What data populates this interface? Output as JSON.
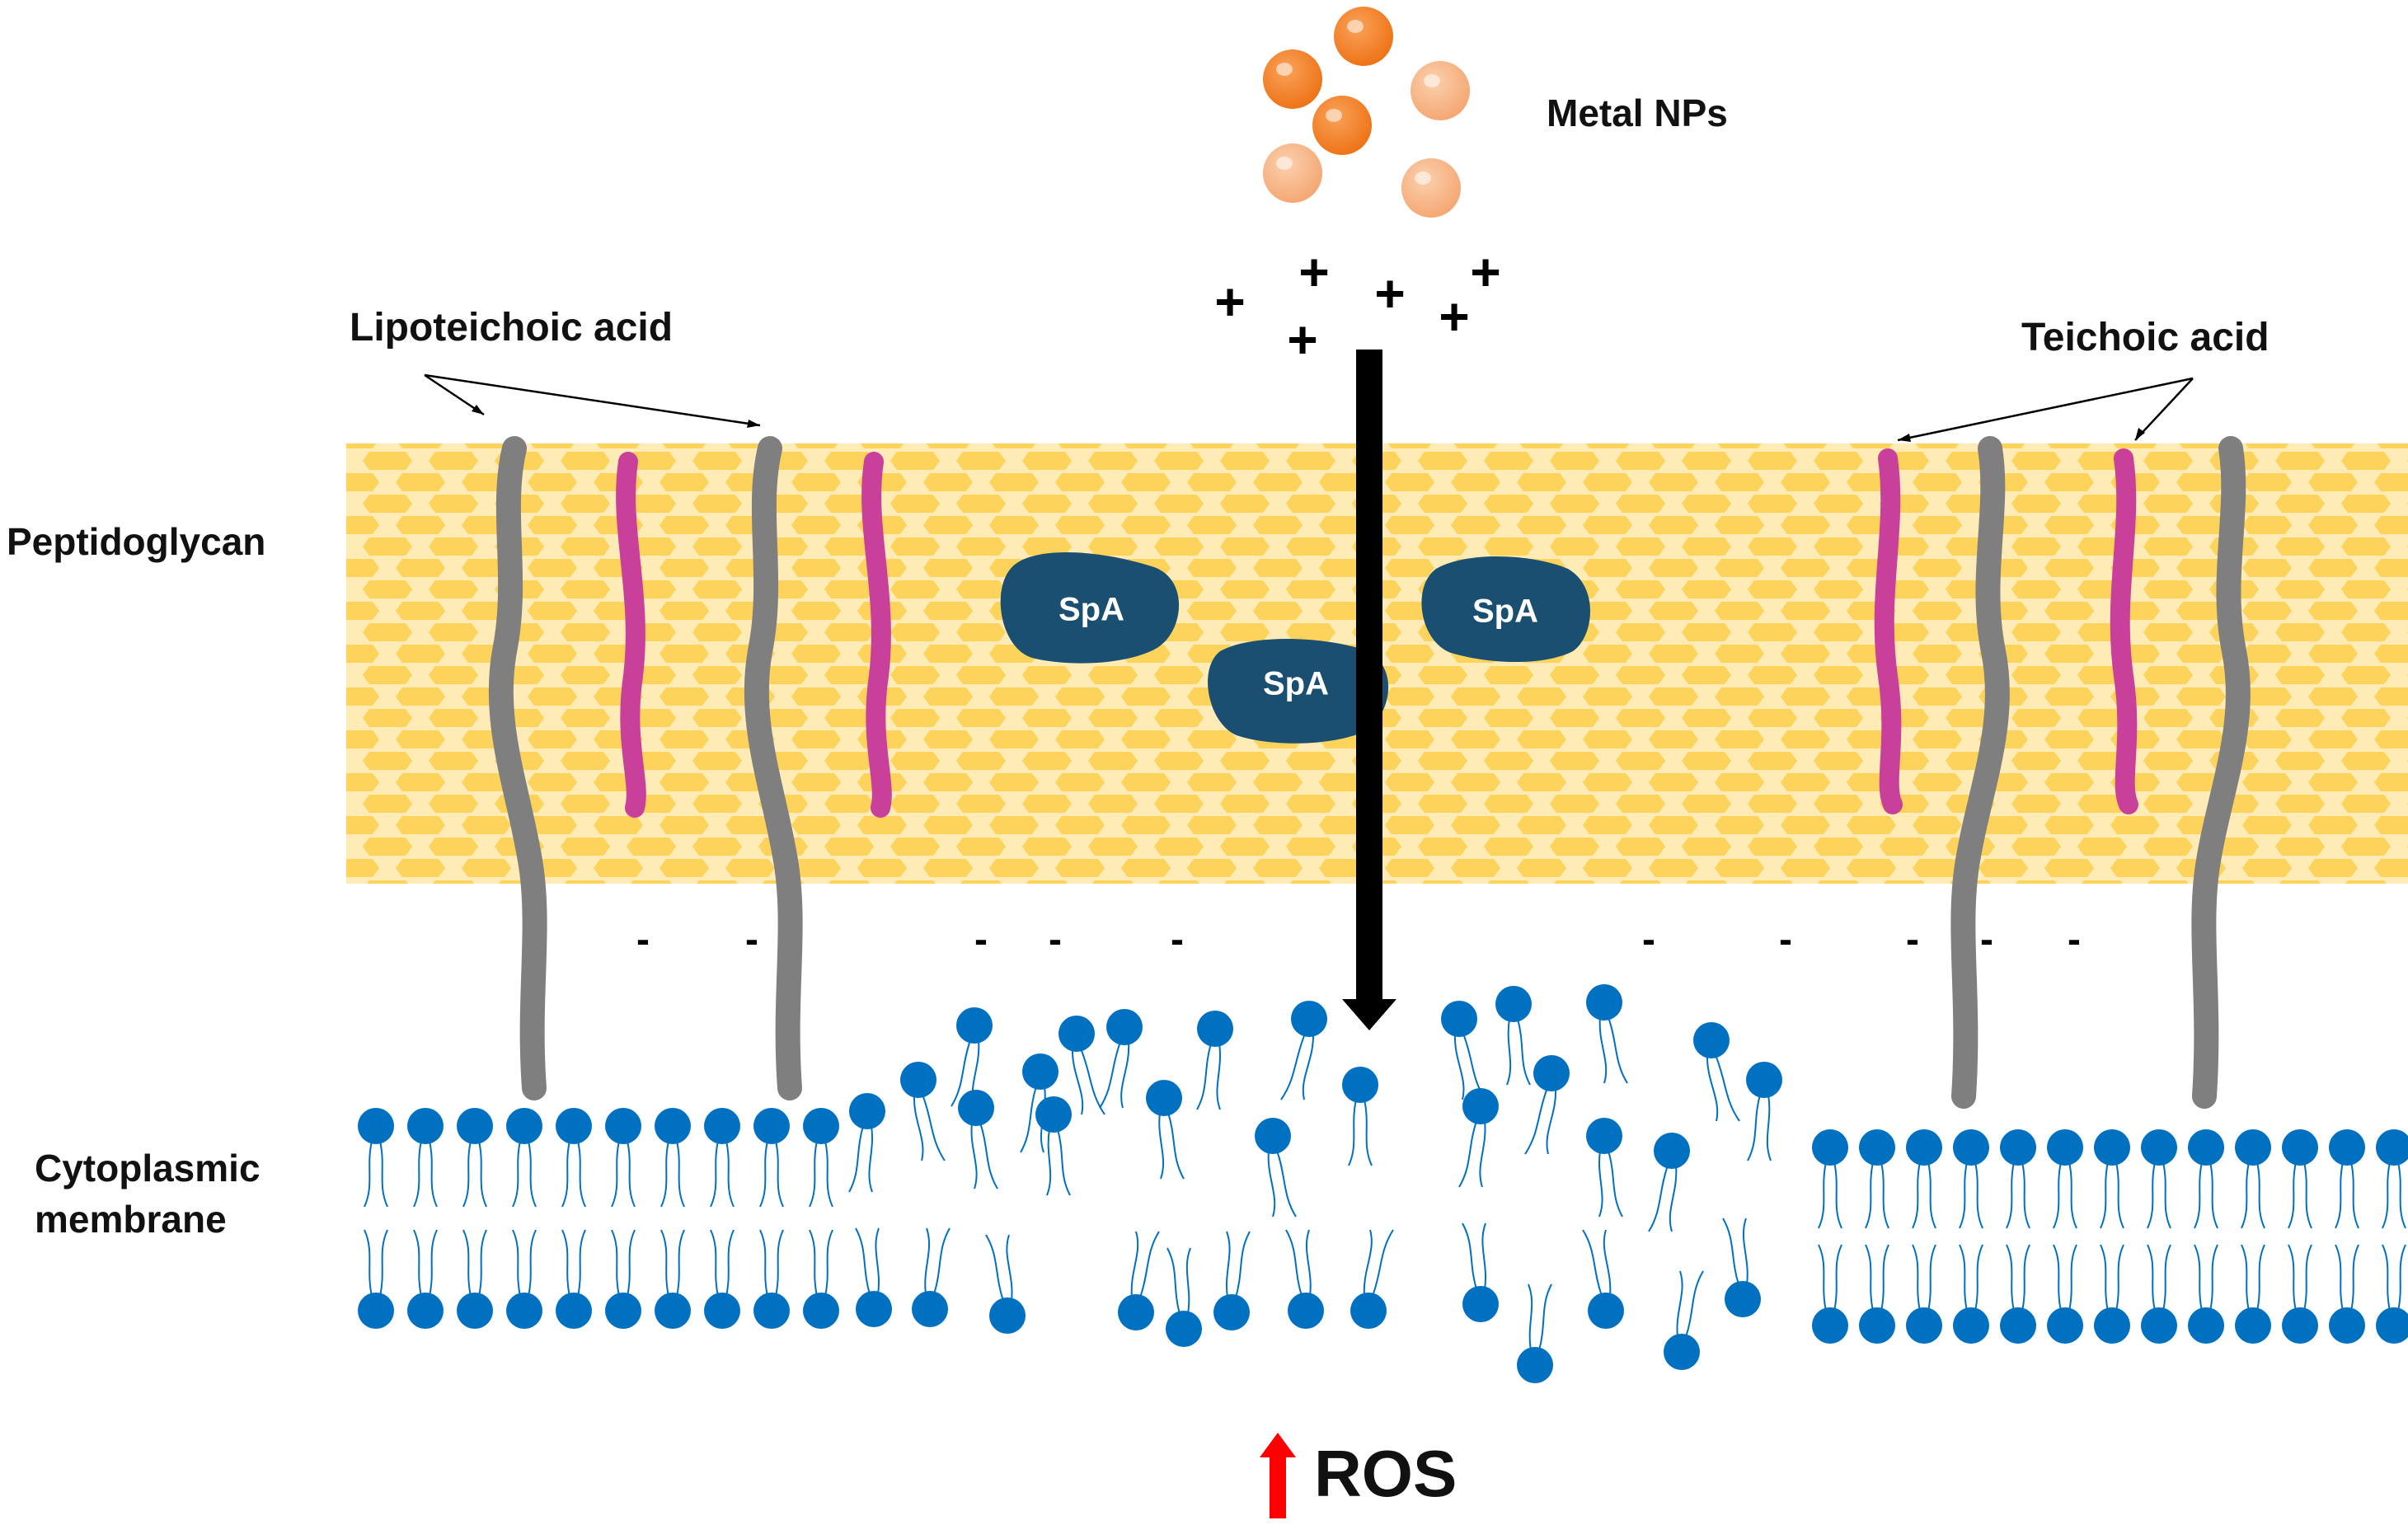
{
  "labels": {
    "metal_nps": "Metal NPs",
    "lipoteichoic_acid": "Lipoteichoic acid",
    "teichoic_acid": "Teichoic acid",
    "peptidoglycan": "Peptidoglycan",
    "cytoplasmic_membrane_line1": "Cytoplasmic",
    "cytoplasmic_membrane_line2": "membrane",
    "ros": "ROS"
  },
  "proteins": [
    "SpA",
    "SpA",
    "SpA"
  ],
  "charges": {
    "positive_symbol": "+",
    "negative_symbol": "-"
  },
  "colors": {
    "nanoparticle_dark": "#F07F22",
    "nanoparticle_light": "#F7B183",
    "peptidoglycan_bg": "#FFEBB5",
    "peptidoglycan_cell": "#FDD35C",
    "lipoteichoic_acid": "#7F7F7F",
    "teichoic_acid": "#C8409A",
    "spa_protein": "#1B4F72",
    "lipid_head": "#0070C0",
    "arrow": "#000000",
    "ros_arrow": "#FF0000"
  }
}
